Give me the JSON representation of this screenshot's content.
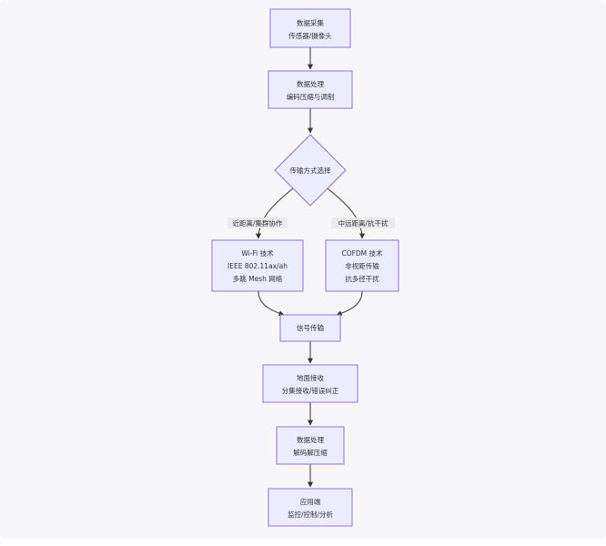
{
  "nodes": {
    "collect": {
      "line1": "数据采集",
      "line2": "传感器/摄像头"
    },
    "process1": {
      "line1": "数据处理",
      "line2": "编码压缩与调制"
    },
    "decision": {
      "line1": "传输方式选择"
    },
    "wifi": {
      "line1": "Wi-Fi 技术",
      "line2": "IEEE 802.11ax/ah",
      "line3": "多跳 Mesh 网络"
    },
    "cofdm": {
      "line1": "COFDM 技术",
      "line2": "非视距传输",
      "line3": "抗多径干扰"
    },
    "signal": {
      "line1": "信号传输"
    },
    "ground": {
      "line1": "地面接收",
      "line2": "分集接收/错误纠正"
    },
    "process2": {
      "line1": "数据处理",
      "line2": "解码解压缩"
    },
    "app": {
      "line1": "应用端",
      "line2": "监控/控制/分析"
    }
  },
  "edges": {
    "left_label": "近距离/集群协作",
    "right_label": "中远距离/抗干扰"
  },
  "colors": {
    "node_fill": "#ececff",
    "node_stroke": "#9370db",
    "edge": "#333333",
    "background": "#f7f7f9"
  }
}
